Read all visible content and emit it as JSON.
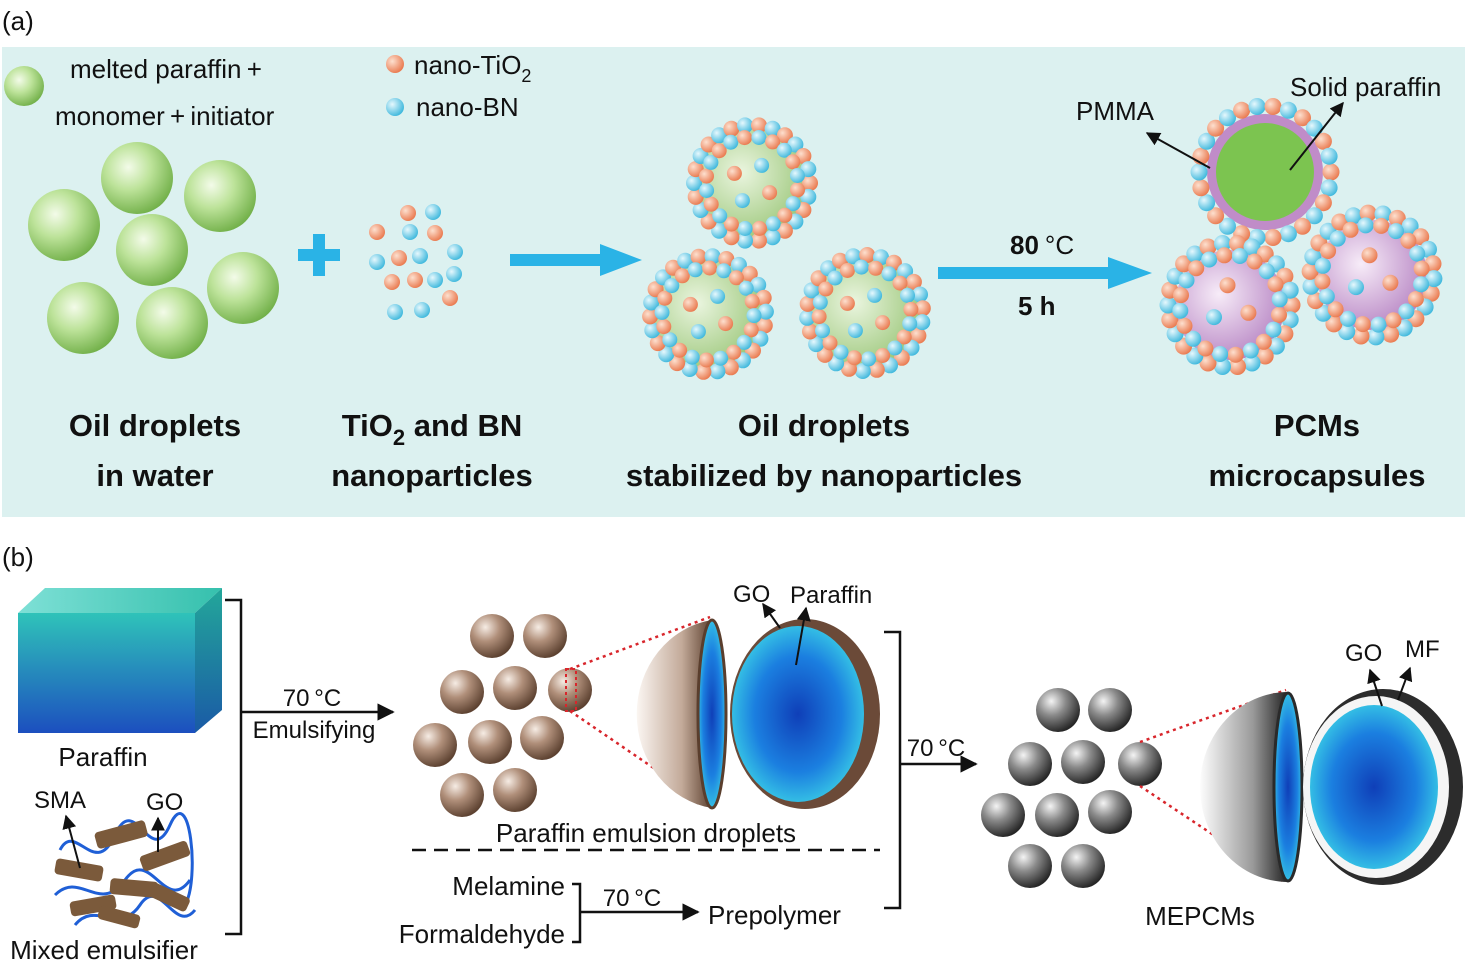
{
  "panel_a": {
    "tag": "(a)",
    "legend": {
      "droplet_line1": "melted paraffin +",
      "droplet_line2": "monomer + initiator",
      "tio2_prefix": "nano-TiO",
      "tio2_sub": "2",
      "bn": "nano-BN"
    },
    "plus": "+",
    "stages": [
      {
        "line1": "Oil droplets",
        "line2": "in water"
      },
      {
        "line1_prefix": "TiO",
        "line1_sub": "2",
        "line1_suffix": " and BN",
        "line2": "nanoparticles"
      },
      {
        "line1": "Oil droplets",
        "line2": "stabilized by nanoparticles"
      },
      {
        "line1": "PCMs",
        "line2": "microcapsules"
      }
    ],
    "conditions": {
      "temp_value": "80",
      "temp_unit": "°C",
      "time": "5 h"
    },
    "callouts": {
      "shell": "PMMA",
      "core": "Solid paraffin"
    }
  },
  "panel_b": {
    "tag": "(b)",
    "paraffin": "Paraffin",
    "sma": "SMA",
    "go_emulsifier": "GO",
    "mixed_emulsifier": "Mixed emulsifier",
    "step1": {
      "temp": "70 °C",
      "action": "Emulsifying"
    },
    "emulsion_go": "GO",
    "emulsion_paraffin": "Paraffin",
    "emulsion_caption": "Paraffin emulsion droplets",
    "melamine": "Melamine",
    "formaldehyde": "Formaldehyde",
    "prepolymer_temp": "70 °C",
    "prepolymer": "Prepolymer",
    "step2_temp": "70 °C",
    "mepcm_go": "GO",
    "mepcm_mf": "MF",
    "mepcms": "MEPCMs"
  },
  "colors": {
    "panel_bg": "#dcf1f0",
    "arrow": "#2ab3e6",
    "oil": "#9fcf74",
    "tio2": "#f09a72",
    "bn": "#7fd3ea",
    "pmma": "#c08cc8",
    "emulsion": "#8c6b58",
    "mepcm": "#5c5c5c",
    "paraffin_core": "#1b8fd8"
  }
}
